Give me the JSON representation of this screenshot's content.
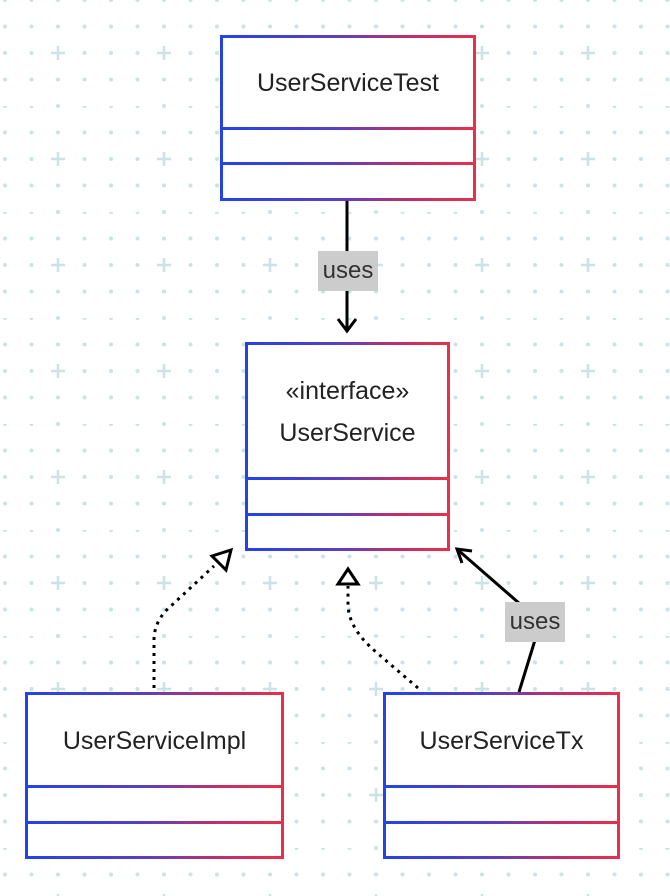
{
  "diagram": {
    "classes": {
      "user_service_test": {
        "name": "UserServiceTest"
      },
      "user_service": {
        "stereotype": "«interface»",
        "name": "UserService"
      },
      "user_service_impl": {
        "name": "UserServiceImpl"
      },
      "user_service_tx": {
        "name": "UserServiceTx"
      }
    },
    "relations": {
      "test_uses_service": {
        "label": "uses"
      },
      "tx_uses_service": {
        "label": "uses"
      }
    }
  },
  "colors": {
    "background": "#ffffff",
    "grid_dot": "#c9e3e6",
    "border_start": "#2243e8",
    "border_end": "#e8304a",
    "edge": "#000000",
    "label_bg": "#cccccc"
  }
}
